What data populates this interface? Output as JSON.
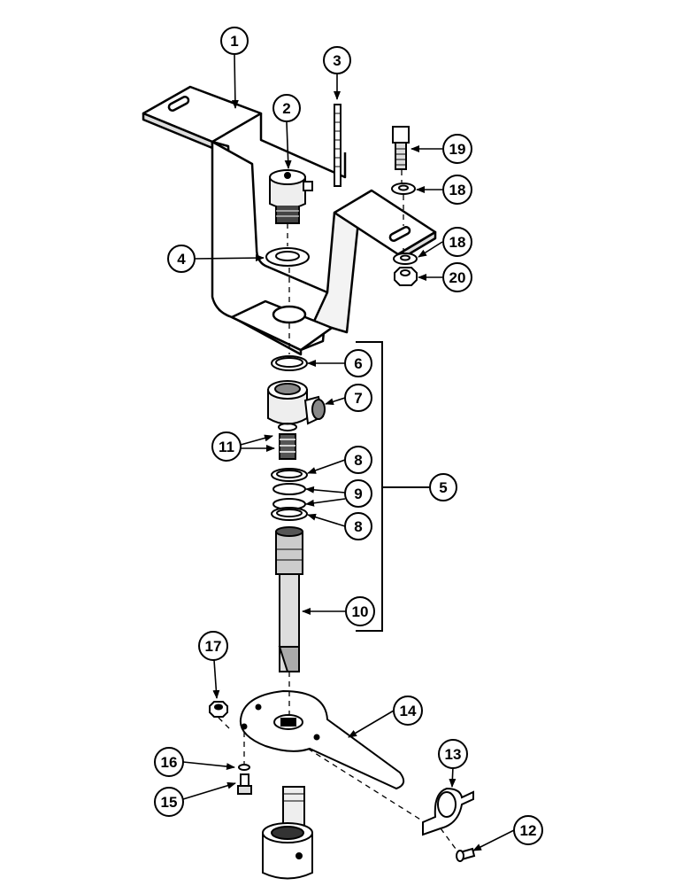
{
  "callouts": {
    "c1": "1",
    "c2": "2",
    "c3": "3",
    "c4": "4",
    "c5": "5",
    "c6": "6",
    "c7": "7",
    "c8a": "8",
    "c8b": "8",
    "c9": "9",
    "c10": "10",
    "c11": "11",
    "c12": "12",
    "c13": "13",
    "c14": "14",
    "c15": "15",
    "c16": "16",
    "c17": "17",
    "c18a": "18",
    "c18b": "18",
    "c19": "19",
    "c20": "20"
  },
  "colors": {
    "ink": "#000000",
    "paper": "#ffffff",
    "shade": "#555555"
  }
}
